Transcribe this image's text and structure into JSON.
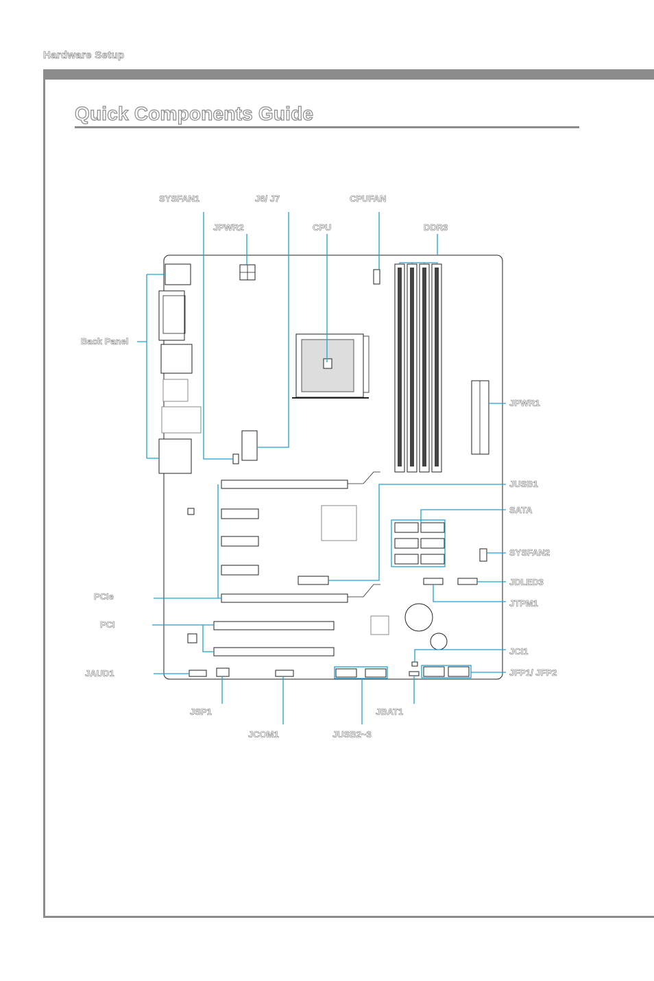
{
  "header": {
    "section_label": "Hardware Setup"
  },
  "page": {
    "title": "Quick Components Guide"
  },
  "labels": {
    "sysfan1": "SYSFAN1",
    "j6j7": "J6/ J7",
    "cpufan": "CPUFAN",
    "jpwr2": "JPWR2",
    "cpu": "CPU",
    "ddr3": "DDR3",
    "back_panel": "Back Panel",
    "jpwr1": "JPWR1",
    "jusb1": "JUSB1",
    "sata": "SATA",
    "sysfan2": "SYSFAN2",
    "jdled3": "JDLED3",
    "pcie": "PCIe",
    "jtpm1": "JTPM1",
    "pci": "PCI",
    "jci1": "JCI1",
    "jaud1": "JAUD1",
    "jfp": "JFP1/ JFP2",
    "jsp1": "JSP1",
    "jbat1": "JBAT1",
    "jcom1": "JCOM1",
    "jusb23": "JUSB2~3"
  },
  "colors": {
    "leader_line": "#1ea1d6",
    "rule_gray": "#8c8c8c"
  }
}
